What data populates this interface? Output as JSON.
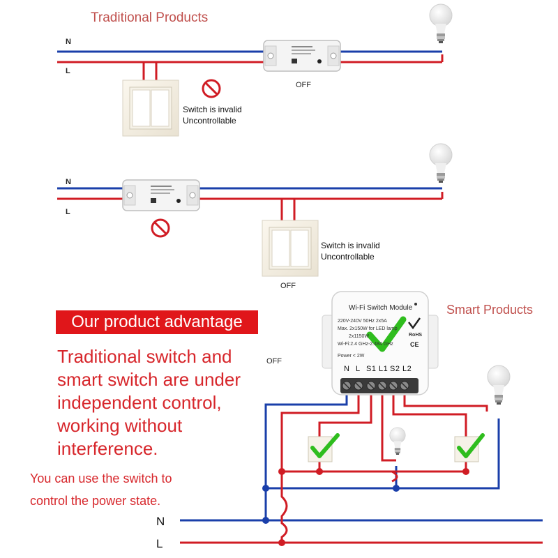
{
  "panel_top": {
    "title": "Traditional Products",
    "wire_n": "N",
    "wire_l": "L",
    "note_line1": "Switch is invalid",
    "note_line2": "Uncontrollable",
    "relay_state": "OFF"
  },
  "panel_middle": {
    "wire_n": "N",
    "wire_l": "L",
    "note_line1": "Switch is invalid",
    "note_line2": "Uncontrollable",
    "switch_state": "OFF"
  },
  "panel_bottom": {
    "smart_title": "Smart Products",
    "advantage_badge": "Our product advantage",
    "advantage_text": "Traditional switch and\nsmart switch are under\nindependent control,\nworking without\ninterference.",
    "off_label": "OFF",
    "use_line1": "You can use the switch to",
    "use_line2": "control the power state.",
    "wire_n": "N",
    "wire_l": "L",
    "module": {
      "title": "Wi-Fi Switch Module",
      "spec_1": "220V-240V  50Hz  2x5A",
      "spec_2": "Max. 2x150W for LED lamp",
      "spec_3": "2x1150W",
      "spec_4": "Wi-Fi:2.4 GHz-2.484 GHz",
      "spec_5": "Power < 2W",
      "mark_rohs": "RoHS",
      "mark_ce": "CE",
      "terminals": [
        "N",
        "L",
        "S1",
        "L1",
        "S2",
        "L2"
      ]
    }
  },
  "colors": {
    "neutral_wire": "#1a3faa",
    "live_wire": "#d01c24",
    "check_green": "#2fbd1e",
    "badge_red": "#e0161a"
  }
}
